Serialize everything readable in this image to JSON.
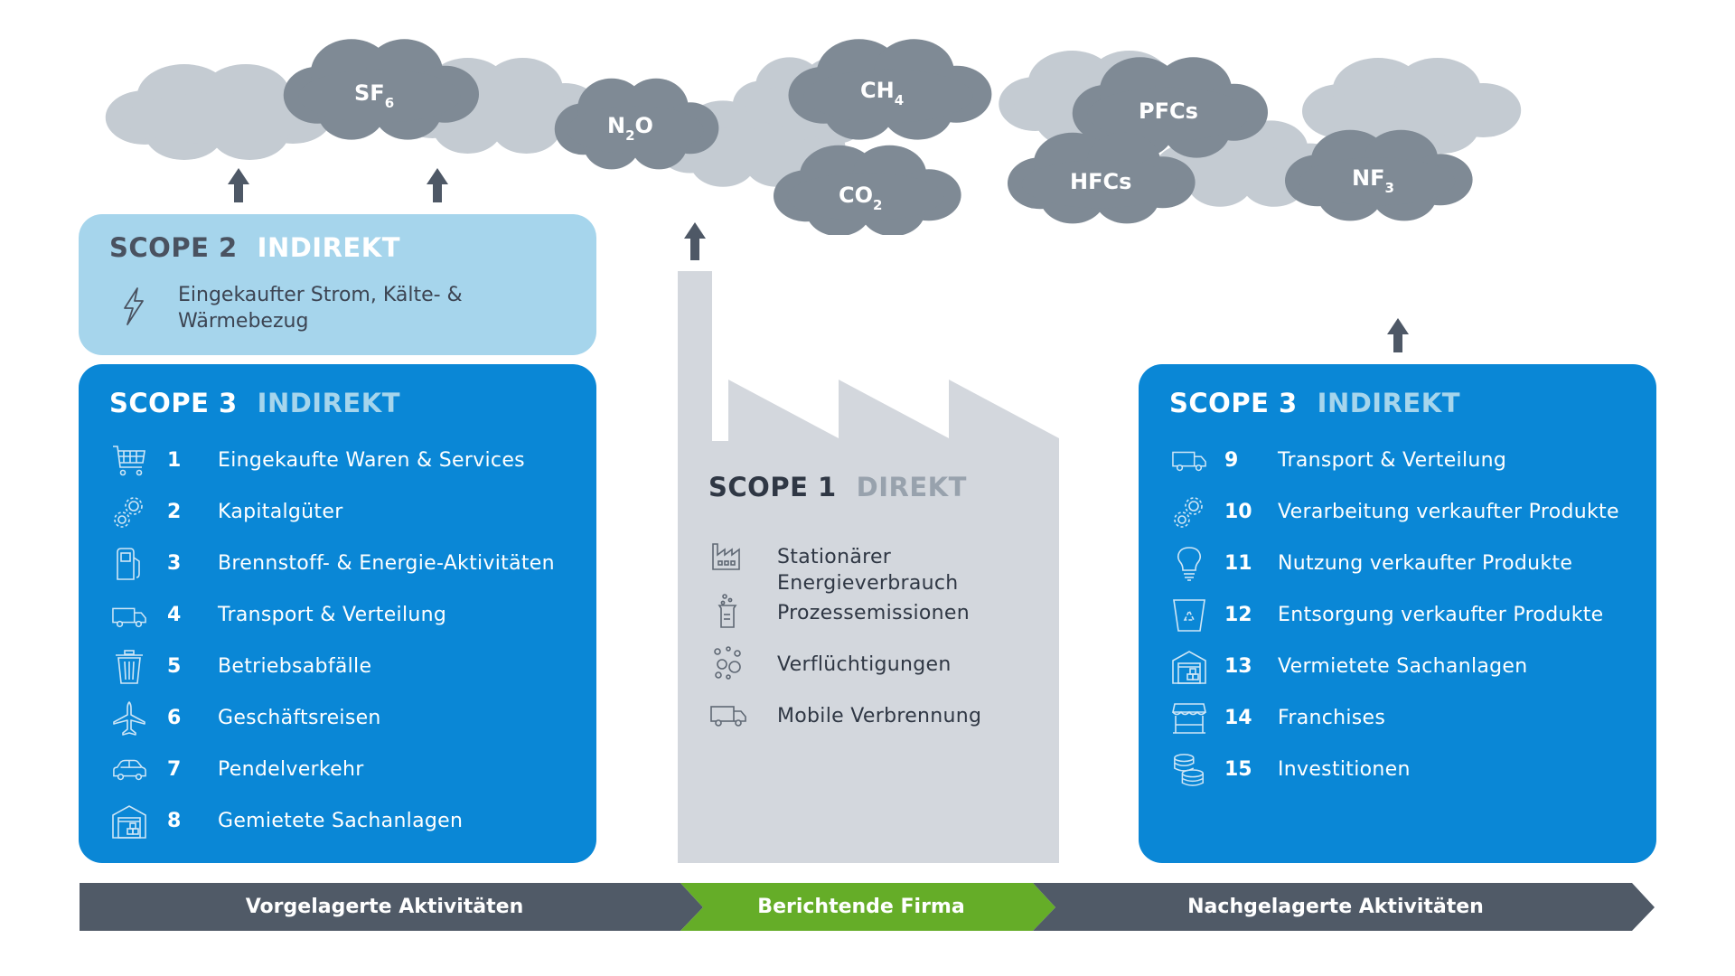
{
  "gases": [
    {
      "base": "SF",
      "sub": "6"
    },
    {
      "base": "N",
      "sub": "2",
      "tail": "O"
    },
    {
      "base": "CH",
      "sub": "4"
    },
    {
      "base": "CO",
      "sub": "2"
    },
    {
      "base": "PFCs"
    },
    {
      "base": "HFCs"
    },
    {
      "base": "NF",
      "sub": "3"
    }
  ],
  "scope2": {
    "title": "SCOPE 2",
    "type": "INDIREKT",
    "item_line1": "Eingekaufter Strom, Kälte- &",
    "item_line2": "Wärmebezug",
    "icon": "lightning-icon"
  },
  "scope3_upstream": {
    "title": "SCOPE 3",
    "type": "INDIREKT",
    "items": [
      {
        "num": "1",
        "label": "Eingekaufte Waren & Services",
        "icon": "shopping-cart-icon"
      },
      {
        "num": "2",
        "label": "Kapitalgüter",
        "icon": "gears-icon"
      },
      {
        "num": "3",
        "label": "Brennstoff- & Energie-Aktivitäten",
        "icon": "fuel-pump-icon"
      },
      {
        "num": "4",
        "label": "Transport & Verteilung",
        "icon": "truck-icon"
      },
      {
        "num": "5",
        "label": "Betriebsabfälle",
        "icon": "trash-can-icon"
      },
      {
        "num": "6",
        "label": "Geschäftsreisen",
        "icon": "airplane-icon"
      },
      {
        "num": "7",
        "label": "Pendelverkehr",
        "icon": "car-icon"
      },
      {
        "num": "8",
        "label": "Gemietete Sachanlagen",
        "icon": "warehouse-icon"
      }
    ]
  },
  "scope1": {
    "title": "SCOPE 1",
    "type": "DIREKT",
    "items": [
      {
        "line1": "Stationärer",
        "line2": "Energieverbrauch",
        "icon": "factory-icon"
      },
      {
        "line1": "Prozessemissionen",
        "icon": "beaker-icon"
      },
      {
        "line1": "Verflüchtigungen",
        "icon": "bubbles-icon"
      },
      {
        "line1": "Mobile Verbrennung",
        "icon": "truck-icon"
      }
    ]
  },
  "scope3_downstream": {
    "title": "SCOPE 3",
    "type": "INDIREKT",
    "items": [
      {
        "num": "9",
        "label": "Transport & Verteilung",
        "icon": "truck-icon"
      },
      {
        "num": "10",
        "label": "Verarbeitung verkaufter Produkte",
        "icon": "gears-icon"
      },
      {
        "num": "11",
        "label": "Nutzung verkaufter Produkte",
        "icon": "lightbulb-icon"
      },
      {
        "num": "12",
        "label": "Entsorgung verkaufter Produkte",
        "icon": "recycle-bin-icon"
      },
      {
        "num": "13",
        "label": "Vermietete Sachanlagen",
        "icon": "warehouse-icon"
      },
      {
        "num": "14",
        "label": "Franchises",
        "icon": "storefront-icon"
      },
      {
        "num": "15",
        "label": "Investitionen",
        "icon": "coins-icon"
      }
    ]
  },
  "value_chain": {
    "upstream": "Vorgelagerte Aktivitäten",
    "company": "Berichtende Firma",
    "downstream": "Nachgelagerte Aktivitäten"
  },
  "colors": {
    "scope3_blue": "#0a87d6",
    "scope2_lightblue": "#a6d5ec",
    "factory_grey": "#d3d7dd",
    "chain_dark": "#505a67",
    "chain_green": "#65ad28",
    "cloud_dark": "#7f8a95",
    "cloud_light": "#c4cbd2"
  }
}
